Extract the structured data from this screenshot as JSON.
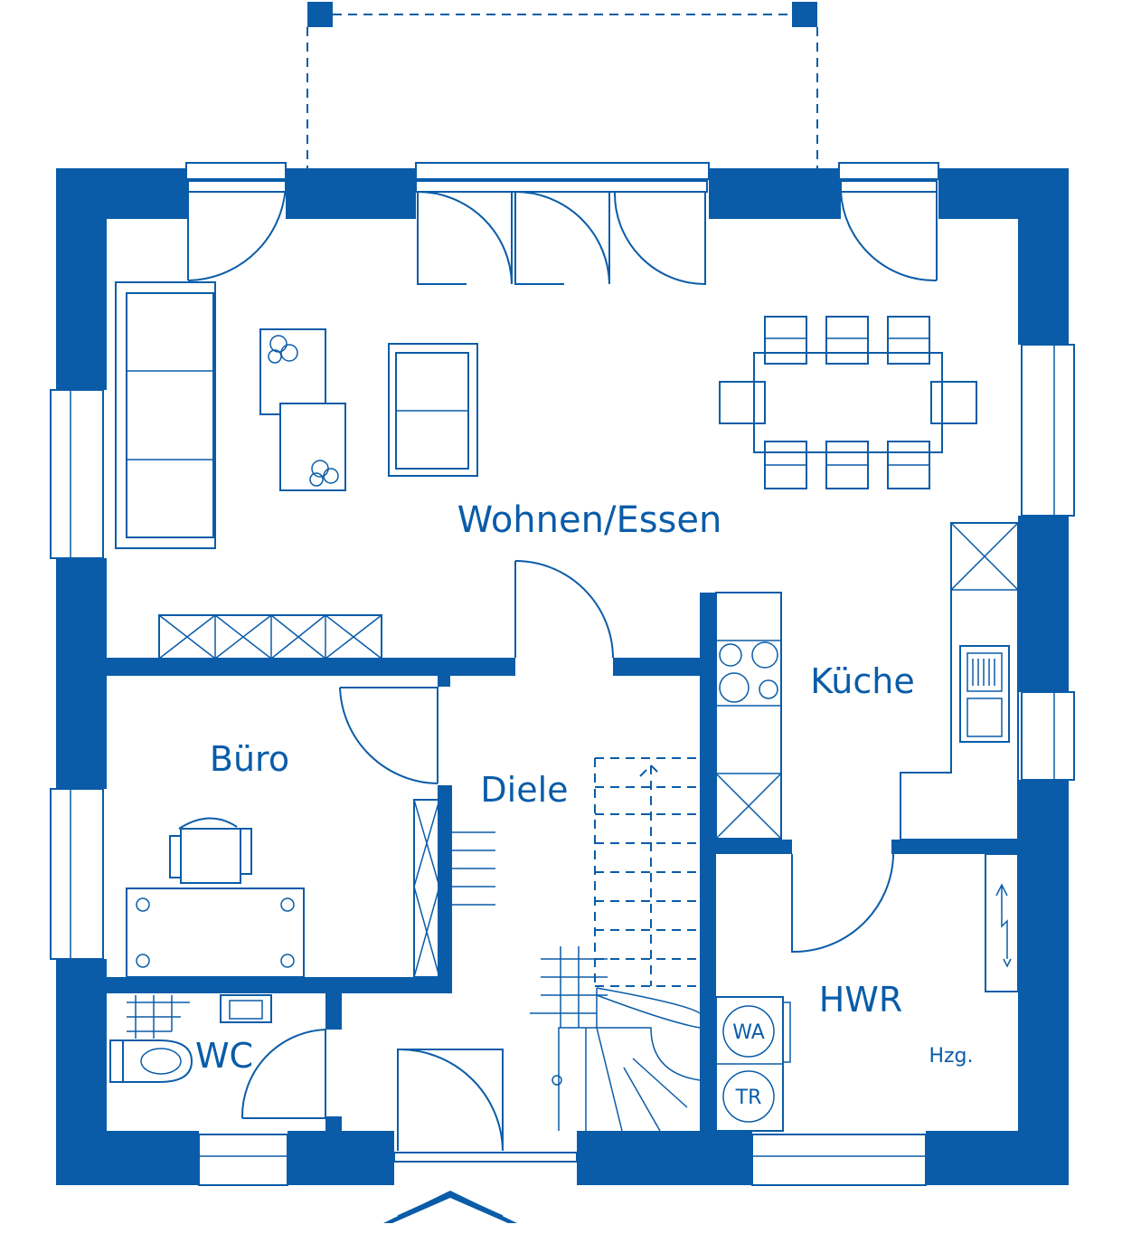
{
  "colors": {
    "plan_blue": "#0a5ca8",
    "background": "#ffffff"
  },
  "rooms": {
    "wohnen_essen": "Wohnen/Essen",
    "kueche": "Küche",
    "buero": "Büro",
    "diele": "Diele",
    "wc": "WC",
    "hwr": "HWR"
  },
  "fixtures": {
    "washer": "WA",
    "dryer": "TR",
    "heating": "Hzg."
  },
  "icons": [
    "entrance-arrow-icon",
    "electric-meter-icon",
    "plant-icon",
    "stair-direction-arrow-icon"
  ]
}
